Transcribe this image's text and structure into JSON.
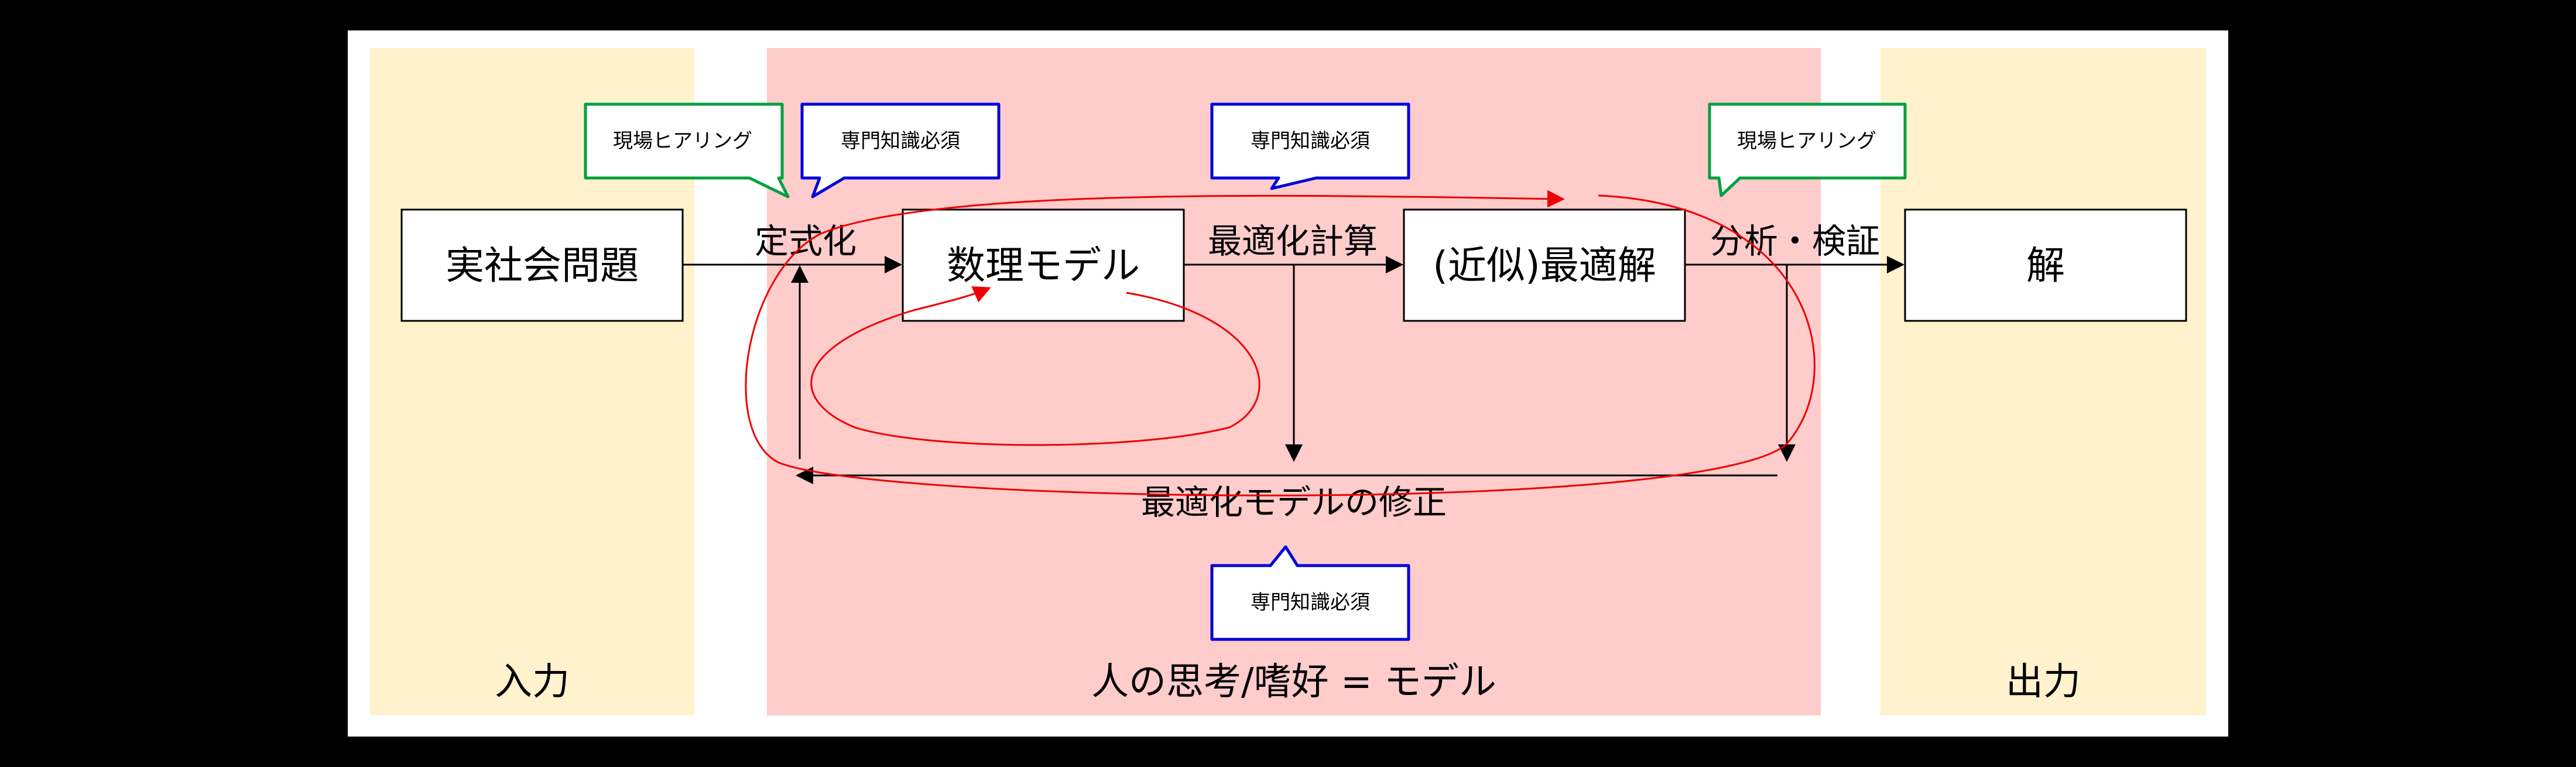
{
  "colors": {
    "frame": "#000000",
    "canvas": "#ffffff",
    "io_zone": "#fff2cc",
    "model_zone": "#ffcccc",
    "green_callout": "#00a040",
    "blue_callout": "#0000dd",
    "feedback_curve": "#ee0000"
  },
  "zones": {
    "input": "入力",
    "model": "人の思考/嗜好 = モデル",
    "output": "出力"
  },
  "boxes": {
    "problem": "実社会問題",
    "model": "数理モデル",
    "optimum": "(近似)最適解",
    "solution": "解"
  },
  "edges": {
    "formalize": "定式化",
    "compute": "最適化計算",
    "analyze": "分析・検証",
    "revise": "最適化モデルの修正"
  },
  "callouts": {
    "hearing_left": "現場ヒアリング",
    "expertise_left": "専門知識必須",
    "expertise_center": "専門知識必須",
    "hearing_right": "現場ヒアリング",
    "expertise_bottom": "専門知識必須"
  },
  "icons": {
    "arrowhead": "arrowhead-icon"
  }
}
